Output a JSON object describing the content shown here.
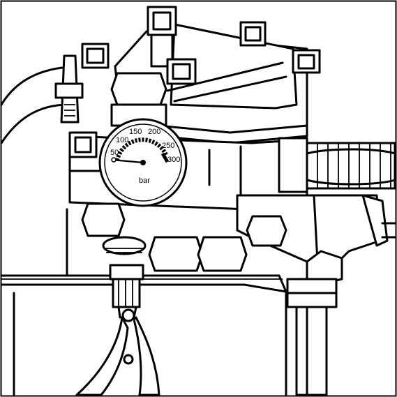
{
  "figure": {
    "gauge": {
      "ticks": [
        "50",
        "100",
        "150",
        "200",
        "250",
        "300"
      ],
      "unit": "bar"
    }
  }
}
